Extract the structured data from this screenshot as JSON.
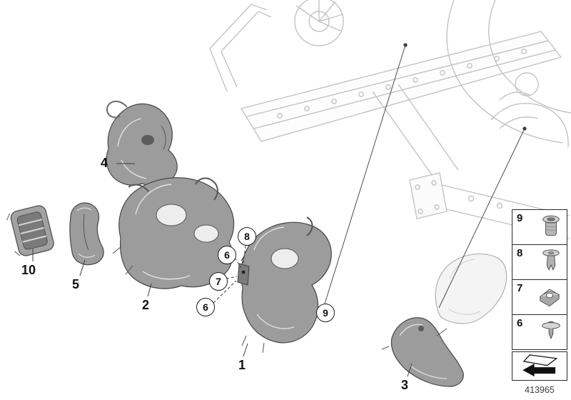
{
  "diagram": {
    "code": "413965",
    "description": "mounting parts engine compartment line drawing with numbered callouts"
  },
  "colors": {
    "line_art": "#c3c3c3",
    "part_fill": "#9c9c9c",
    "callout_border": "#1d1d1d",
    "leader_line": "#3c3c3c"
  },
  "labels": {
    "l1": "1",
    "l2": "2",
    "l3": "3",
    "l4": "4",
    "l5": "5",
    "l10": "10"
  },
  "callouts": {
    "c8": "8",
    "c6a": "6",
    "c7": "7",
    "c6b": "6",
    "c9": "9"
  },
  "sidebar": {
    "items": [
      {
        "label": "9",
        "icon": "grommet-nut-icon"
      },
      {
        "label": "8",
        "icon": "expansion-rivet-icon"
      },
      {
        "label": "7",
        "icon": "clip-nut-icon"
      },
      {
        "label": "6",
        "icon": "push-pin-icon"
      }
    ],
    "arrow_icon": "installation-direction-arrow-icon"
  }
}
